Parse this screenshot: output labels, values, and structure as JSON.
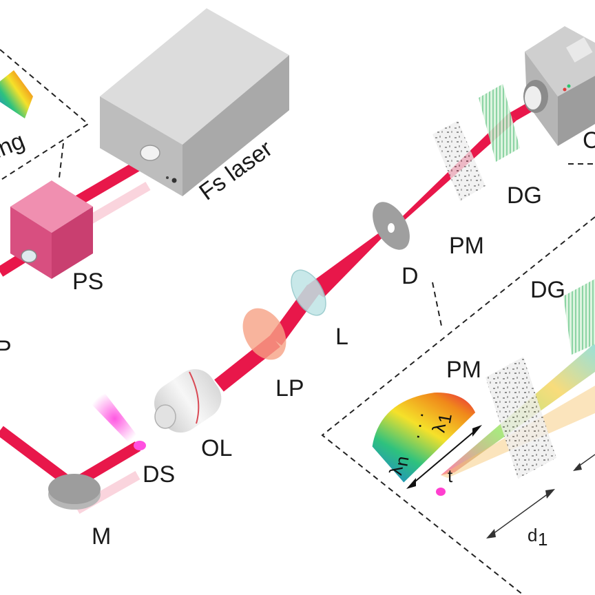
{
  "labels": {
    "fs_laser": "Fs laser",
    "ps": "PS",
    "p": "P",
    "m": "M",
    "ds": "DS",
    "ol": "OL",
    "lp": "LP",
    "l": "L",
    "d": "D",
    "pm": "PM",
    "dg": "DG",
    "cam_partial": "C",
    "ing_partial": "ing"
  },
  "inset": {
    "pm": "PM",
    "dg": "DG",
    "lambda_n": "λ",
    "lambda_n_sub": "n",
    "lambda_1": "λ",
    "lambda_1_sub": "1",
    "dots": "· · ·",
    "t": "t",
    "d1": "d",
    "d1_sub": "1"
  },
  "colors": {
    "beam": "#e8174a",
    "ps_box": "#e0608a",
    "laser_box": "#b9b9b9",
    "dashed": "#222222"
  },
  "icons": [
    "fs-laser-box",
    "phase-shifter-box",
    "mirror",
    "objective-lens",
    "polarizer",
    "lens",
    "diaphragm",
    "phase-mask",
    "diffraction-grating",
    "camera",
    "spectrum-fan"
  ]
}
